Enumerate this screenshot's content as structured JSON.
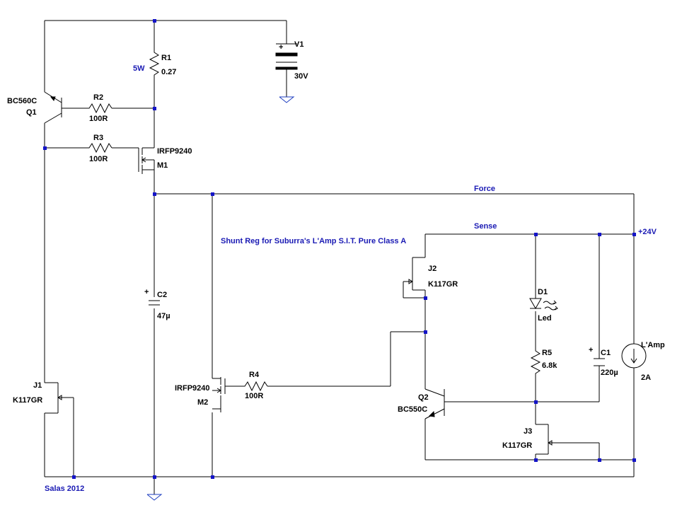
{
  "schematic": {
    "title": "Shunt Reg for Suburra's L'Amp S.I.T. Pure Class A",
    "author": "Salas 2012",
    "nets": {
      "force": "Force",
      "sense": "Sense",
      "plus24": "+24V"
    },
    "components": {
      "V1": {
        "name": "V1",
        "value": "30V"
      },
      "R1": {
        "name": "R1",
        "value": "0.27",
        "note": "5W"
      },
      "R2": {
        "name": "R2",
        "value": "100R"
      },
      "R3": {
        "name": "R3",
        "value": "100R"
      },
      "R4": {
        "name": "R4",
        "value": "100R"
      },
      "R5": {
        "name": "R5",
        "value": "6.8k"
      },
      "Q1": {
        "name": "Q1",
        "value": "BC560C"
      },
      "Q2": {
        "name": "Q2",
        "value": "BC550C"
      },
      "M1": {
        "name": "M1",
        "value": "IRFP9240"
      },
      "M2": {
        "name": "M2",
        "value": "IRFP9240"
      },
      "C1": {
        "name": "C1",
        "value": "220µ"
      },
      "C2": {
        "name": "C2",
        "value": "47µ"
      },
      "J1": {
        "name": "J1",
        "value": "K117GR"
      },
      "J2": {
        "name": "J2",
        "value": "K117GR"
      },
      "J3": {
        "name": "J3",
        "value": "K117GR"
      },
      "D1": {
        "name": "D1",
        "value": "Led"
      },
      "LAmp": {
        "name": "L'Amp",
        "value": "2A"
      }
    },
    "colors": {
      "wire": "#000000",
      "node": "#1414c8",
      "net_label": "#1a1ab4",
      "ground": "#1f3fc0",
      "background": "#ffffff"
    }
  }
}
